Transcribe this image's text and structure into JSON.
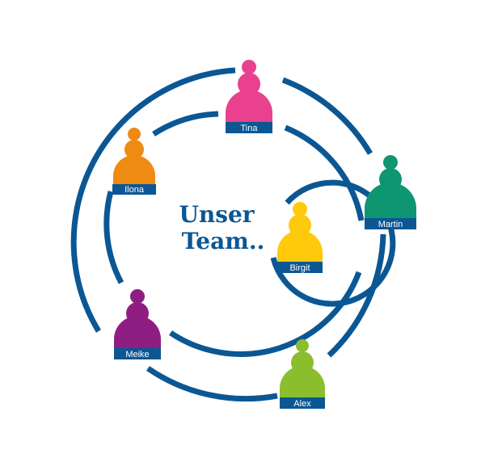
{
  "title": {
    "line1": "Unser",
    "line2": "Team.."
  },
  "colors": {
    "ring": "#0B5794",
    "label_bg": "#0B5794",
    "label_text": "#ffffff",
    "title": "#0B5794"
  },
  "members": [
    {
      "name": "Tina",
      "color": "#E9418D"
    },
    {
      "name": "Ilona",
      "color": "#EF8A12"
    },
    {
      "name": "Martin",
      "color": "#0E9673"
    },
    {
      "name": "Birgit",
      "color": "#FFC90C"
    },
    {
      "name": "Meike",
      "color": "#8F1E83"
    },
    {
      "name": "Alex",
      "color": "#8BBE2E"
    }
  ]
}
